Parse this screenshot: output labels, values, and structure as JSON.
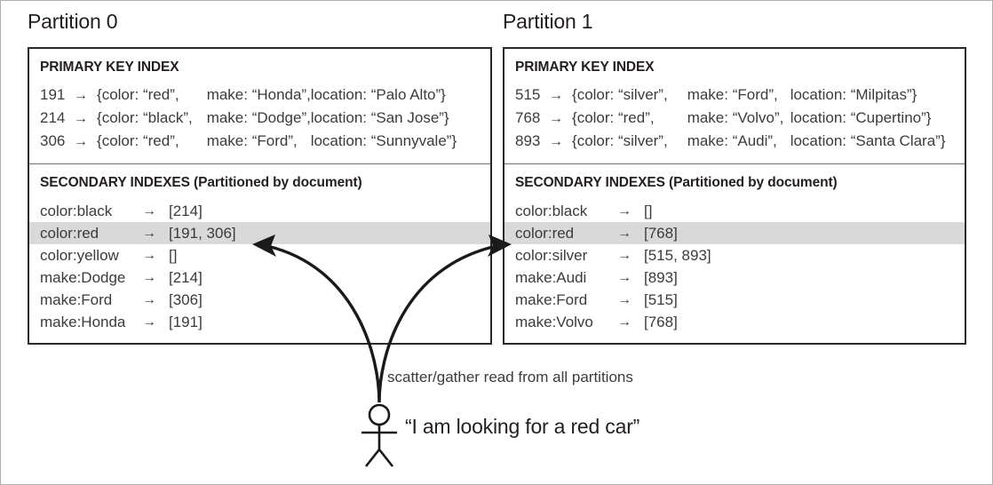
{
  "figure": {
    "partitions": [
      {
        "title": "Partition 0",
        "primary_index": {
          "header": "PRIMARY KEY INDEX",
          "rows": [
            {
              "key": "191",
              "arrow": "→",
              "brace_open": "{",
              "color": "color: “red”,",
              "make": "make: “Honda”,",
              "location": "location: “Palo Alto”}"
            },
            {
              "key": "214",
              "arrow": "→",
              "brace_open": "{",
              "color": "color: “black”,",
              "make": "make: “Dodge”,",
              "location": "location: “San Jose”}"
            },
            {
              "key": "306",
              "arrow": "→",
              "brace_open": "{",
              "color": "color: “red”,",
              "make": "make: “Ford”,",
              "location": "location: “Sunnyvale”}"
            }
          ]
        },
        "secondary_index": {
          "header": "SECONDARY INDEXES (Partitioned by document)",
          "rows": [
            {
              "term": "color:black",
              "arrow": "→",
              "postings": "[214]",
              "highlighted": false
            },
            {
              "term": "color:red",
              "arrow": "→",
              "postings": "[191, 306]",
              "highlighted": true
            },
            {
              "term": "color:yellow",
              "arrow": "→",
              "postings": "[]",
              "highlighted": false
            },
            {
              "term": "make:Dodge",
              "arrow": "→",
              "postings": "[214]",
              "highlighted": false
            },
            {
              "term": "make:Ford",
              "arrow": "→",
              "postings": "[306]",
              "highlighted": false
            },
            {
              "term": "make:Honda",
              "arrow": "→",
              "postings": "[191]",
              "highlighted": false
            }
          ]
        }
      },
      {
        "title": "Partition 1",
        "primary_index": {
          "header": "PRIMARY KEY INDEX",
          "rows": [
            {
              "key": "515",
              "arrow": "→",
              "brace_open": "{",
              "color": "color: “silver”,",
              "make": "make: “Ford”,",
              "location": "location: “Milpitas”}"
            },
            {
              "key": "768",
              "arrow": "→",
              "brace_open": "{",
              "color": "color: “red”,",
              "make": "make: “Volvo”,",
              "location": "location: “Cupertino”}"
            },
            {
              "key": "893",
              "arrow": "→",
              "brace_open": "{",
              "color": "color: “silver”,",
              "make": "make: “Audi”,",
              "location": "location: “Santa Clara”}"
            }
          ]
        },
        "secondary_index": {
          "header": "SECONDARY INDEXES (Partitioned by document)",
          "rows": [
            {
              "term": "color:black",
              "arrow": "→",
              "postings": "[]",
              "highlighted": false
            },
            {
              "term": "color:red",
              "arrow": "→",
              "postings": "[768]",
              "highlighted": true
            },
            {
              "term": "color:silver",
              "arrow": "→",
              "postings": "[515, 893]",
              "highlighted": false
            },
            {
              "term": "make:Audi",
              "arrow": "→",
              "postings": "[893]",
              "highlighted": false
            },
            {
              "term": "make:Ford",
              "arrow": "→",
              "postings": "[515]",
              "highlighted": false
            },
            {
              "term": "make:Volvo",
              "arrow": "→",
              "postings": "[768]",
              "highlighted": false
            }
          ]
        }
      }
    ],
    "annotations": {
      "scatter_gather": "scatter/gather read from all partitions",
      "user_quote": "“I am looking for a red car”"
    },
    "colors": {
      "highlight": "#d9d9d9",
      "box_border": "#2a2a2a",
      "outer_border": "#b0b0b0",
      "text": "#3b3b3b",
      "heading_text": "#231f20",
      "stroke": "#1a1a1a"
    }
  }
}
